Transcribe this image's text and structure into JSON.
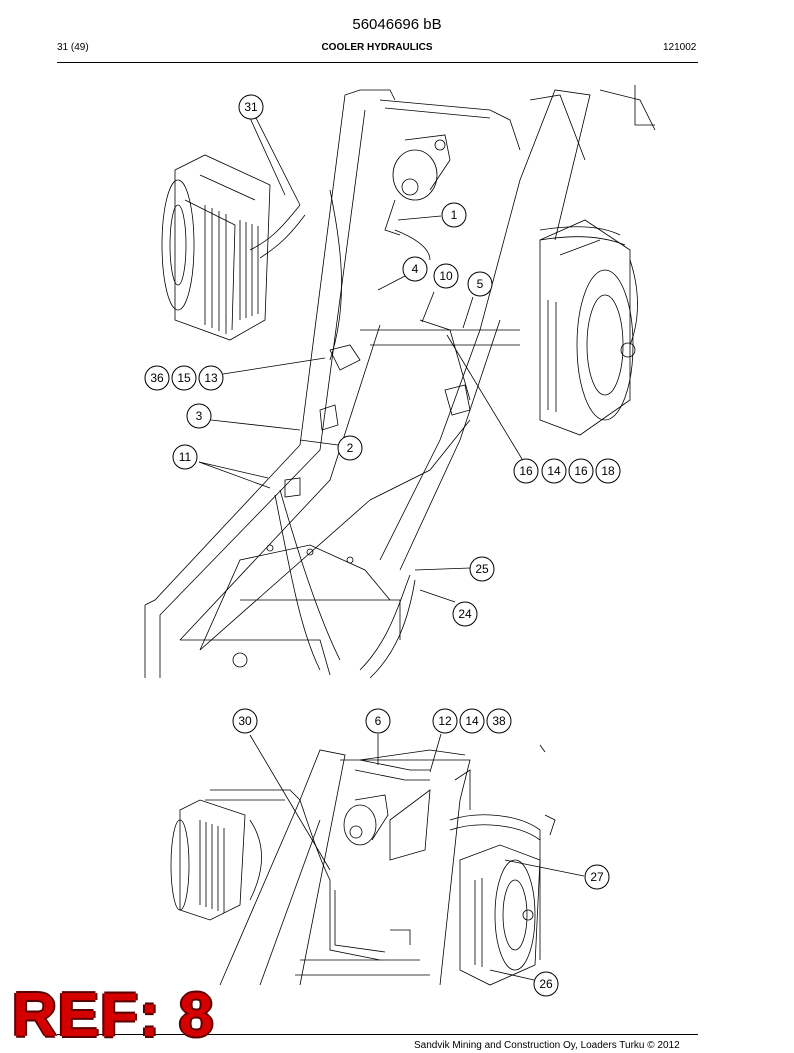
{
  "header": {
    "document_number": "56046696 bB",
    "page": "31 (49)",
    "section_title": "COOLER HYDRAULICS",
    "ref_code": "121002"
  },
  "figure_top": {
    "callouts": [
      "31",
      "1",
      "4",
      "10",
      "5",
      "36",
      "15",
      "13",
      "3",
      "2",
      "11",
      "16",
      "14",
      "16",
      "18",
      "25",
      "24"
    ]
  },
  "figure_bottom": {
    "callouts": [
      "30",
      "6",
      "12",
      "14",
      "38",
      "27",
      "26"
    ]
  },
  "stamp": {
    "text": "REF: 8",
    "color": "#d40000"
  },
  "footer": {
    "text": "Sandvik Mining and Construction Oy, Loaders Turku © 2012"
  }
}
